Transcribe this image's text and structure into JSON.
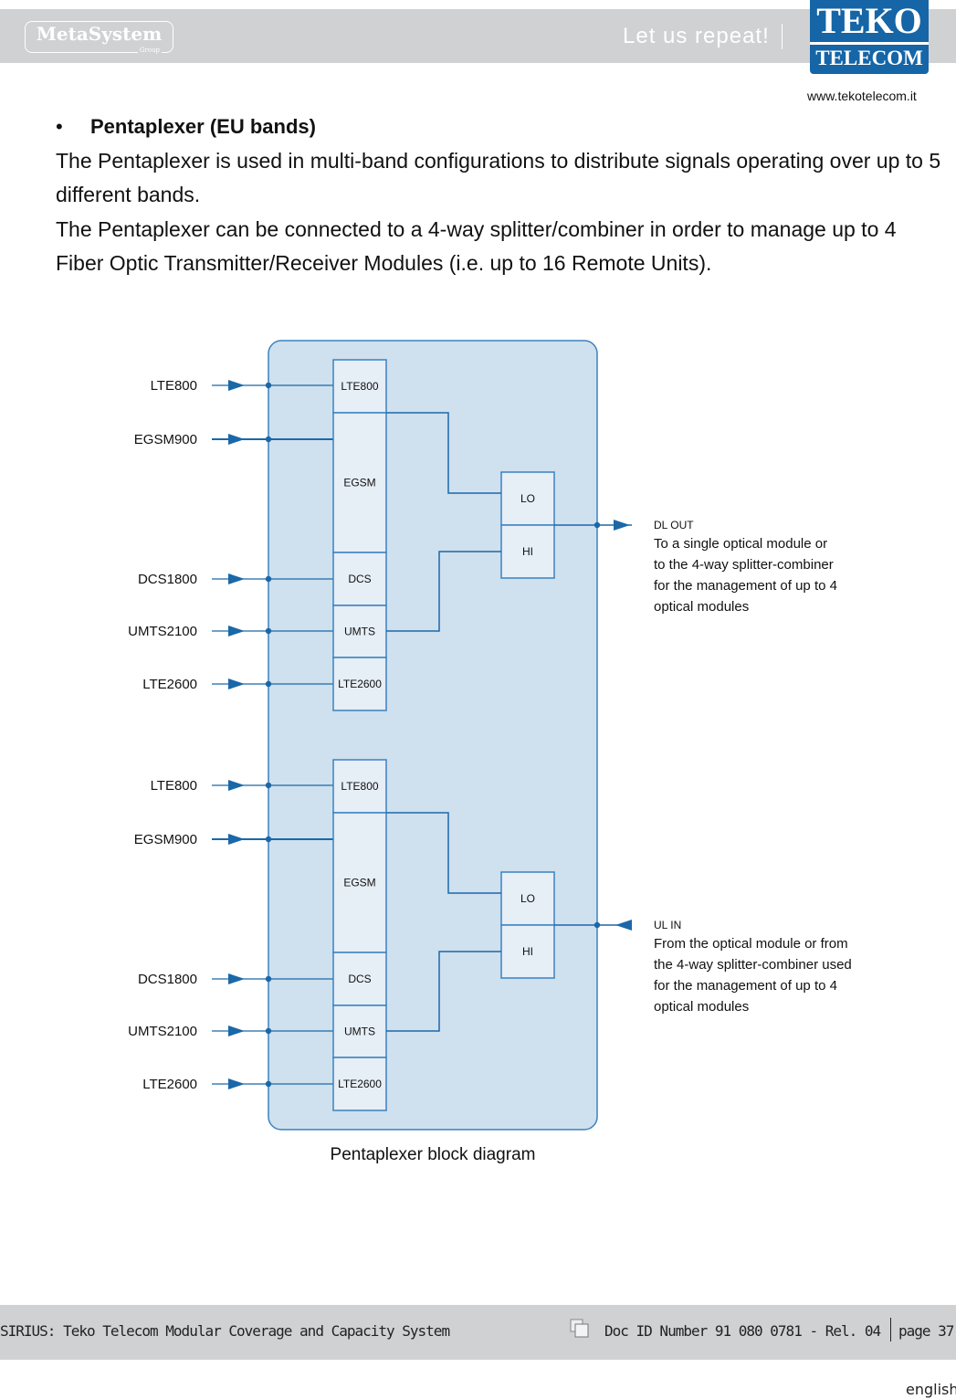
{
  "header": {
    "logo_left": "MetaSystem",
    "logo_left_sub": "Group",
    "slogan": "Let us repeat!",
    "logo_right_top": "TEKO",
    "logo_right_bottom": "TELECOM",
    "url": "www.tekotelecom.it"
  },
  "section": {
    "bullet": "•",
    "title": "Pentaplexer (EU bands)",
    "paragraphs": [
      "The Pentaplexer is used in multi-band configurations to distribute signals operating over up to 5 different bands.",
      "The Pentaplexer can be connected to a 4-way splitter/combiner in order to manage up to 4 Fiber Optic Transmitter/Receiver Modules (i.e. up to 16 Remote Units)."
    ]
  },
  "diagram": {
    "colors": {
      "container": "#cfe0ee",
      "box": "#e6eef6",
      "line": "#1b68a8"
    },
    "groups": [
      {
        "inputs": [
          "LTE800",
          "EGSM900",
          "DCS1800",
          "UMTS2100",
          "LTE2600"
        ],
        "filters": [
          "LTE800",
          "EGSM",
          "DCS",
          "UMTS",
          "LTE2600"
        ],
        "diplexer": [
          "LO",
          "HI"
        ],
        "port": {
          "title": "DL OUT",
          "direction": "out",
          "lines": [
            "To a single optical module or",
            "to the 4-way splitter-combiner",
            "for the management of up to 4",
            "optical modules"
          ]
        }
      },
      {
        "inputs": [
          "LTE800",
          "EGSM900",
          "DCS1800",
          "UMTS2100",
          "LTE2600"
        ],
        "filters": [
          "LTE800",
          "EGSM",
          "DCS",
          "UMTS",
          "LTE2600"
        ],
        "diplexer": [
          "LO",
          "HI"
        ],
        "port": {
          "title": "UL IN",
          "direction": "in",
          "lines": [
            "From the optical module or from",
            "the 4-way splitter-combiner used",
            "for the management of up to 4",
            "optical modules"
          ]
        }
      }
    ],
    "caption": "Pentaplexer block diagram"
  },
  "footer": {
    "left": "SIRIUS: Teko Telecom Modular Coverage and Capacity System",
    "doc": "Doc ID Number 91 080 0781 - Rel. 04",
    "page": "page 37",
    "language": "english"
  }
}
